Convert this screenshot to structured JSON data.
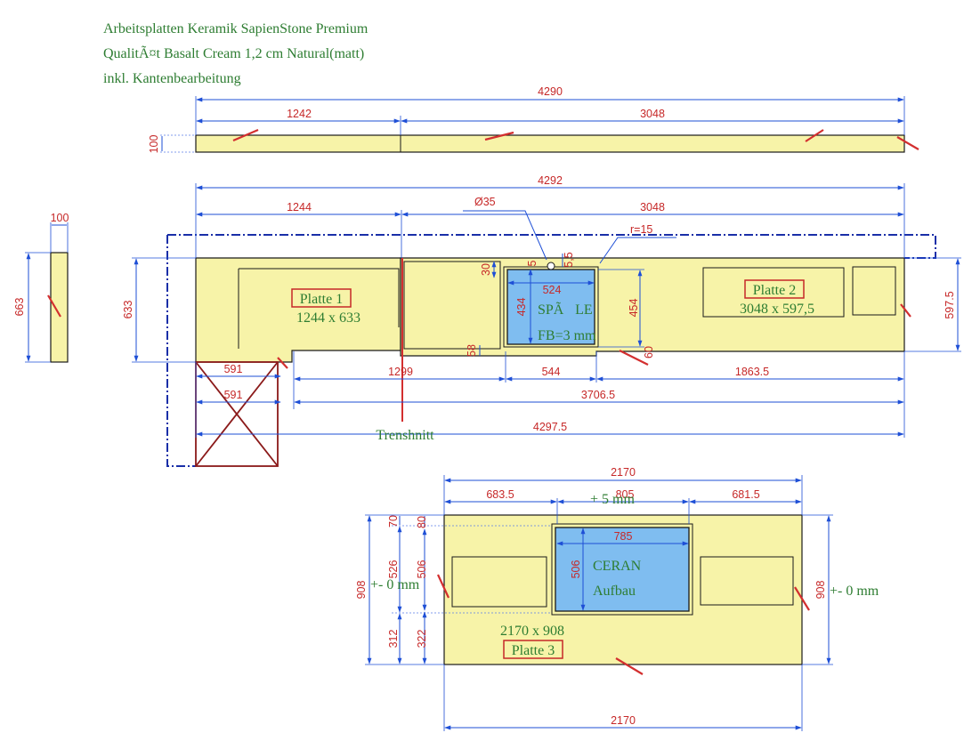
{
  "header": {
    "line1": "Arbeitsplatten Keramik SapienStone Premium",
    "line2": "QualitÃ¤t Basalt Cream 1,2 cm Natural(matt)",
    "line3": "inkl. Kantenbearbeitung"
  },
  "edge_strip": {
    "dim_total": "4290",
    "dim_left": "1242",
    "dim_right": "3048",
    "dim_height": "100"
  },
  "side_piece": {
    "dim_width": "100",
    "dim_height": "663"
  },
  "main_plan": {
    "dim_total": "4292",
    "dim_left": "1244",
    "dim_right": "3048",
    "dim_hole": "Ø35",
    "dim_radius": "r=15",
    "dim_depth_left": "633",
    "dim_depth_right": "597.5",
    "dim_sink_width": "524",
    "dim_sink_depth_outer": "454",
    "dim_sink_depth_inner": "434",
    "dim_sink_top": "30",
    "dim_sink_front": "58",
    "dim_small_a": "5",
    "dim_small_b": "5,5",
    "dim_small_c": "60",
    "plate1_title": "Platte 1",
    "plate1_size": "1244 x 633",
    "plate2_title": "Platte 2",
    "plate2_size": "3048 x 597,5",
    "sink_label": "SPÃLE",
    "sink_fb": "FB=3 mm",
    "dim_591a": "591",
    "dim_591b": "591",
    "dim_1299": "1299",
    "dim_544": "544",
    "dim_1863": "1863.5",
    "dim_3706": "3706.5",
    "dim_4297": "4297.5",
    "trenshnitt": "Trenshnitt"
  },
  "island": {
    "dim_top_total": "2170",
    "dim_bottom_total": "2170",
    "dim_left_seg": "683.5",
    "dim_mid_seg": "805",
    "dim_right_seg": "681.5",
    "tolerance_top": "+ 5 mm",
    "tolerance_left": "+- 0 mm",
    "tolerance_right": "+- 0 mm",
    "dim_cooktop_width": "785",
    "dim_cooktop_depth": "506",
    "dim_left_908": "908",
    "dim_left_526": "526",
    "dim_left_506": "506",
    "dim_left_70": "70",
    "dim_left_80": "80",
    "dim_left_312": "312",
    "dim_left_322": "322",
    "dim_right_908": "908",
    "ceran_line1": "CERAN",
    "ceran_line2": "Aufbau",
    "plate3_size": "2170 x 908",
    "plate3_title": "Platte 3"
  },
  "colors": {
    "slab_fill": "#f7f3a8",
    "sink_fill": "#7fbdf0",
    "dimension_text": "#c62828",
    "dimension_line": "#1e4fd6",
    "label_text": "#2e7d32"
  }
}
